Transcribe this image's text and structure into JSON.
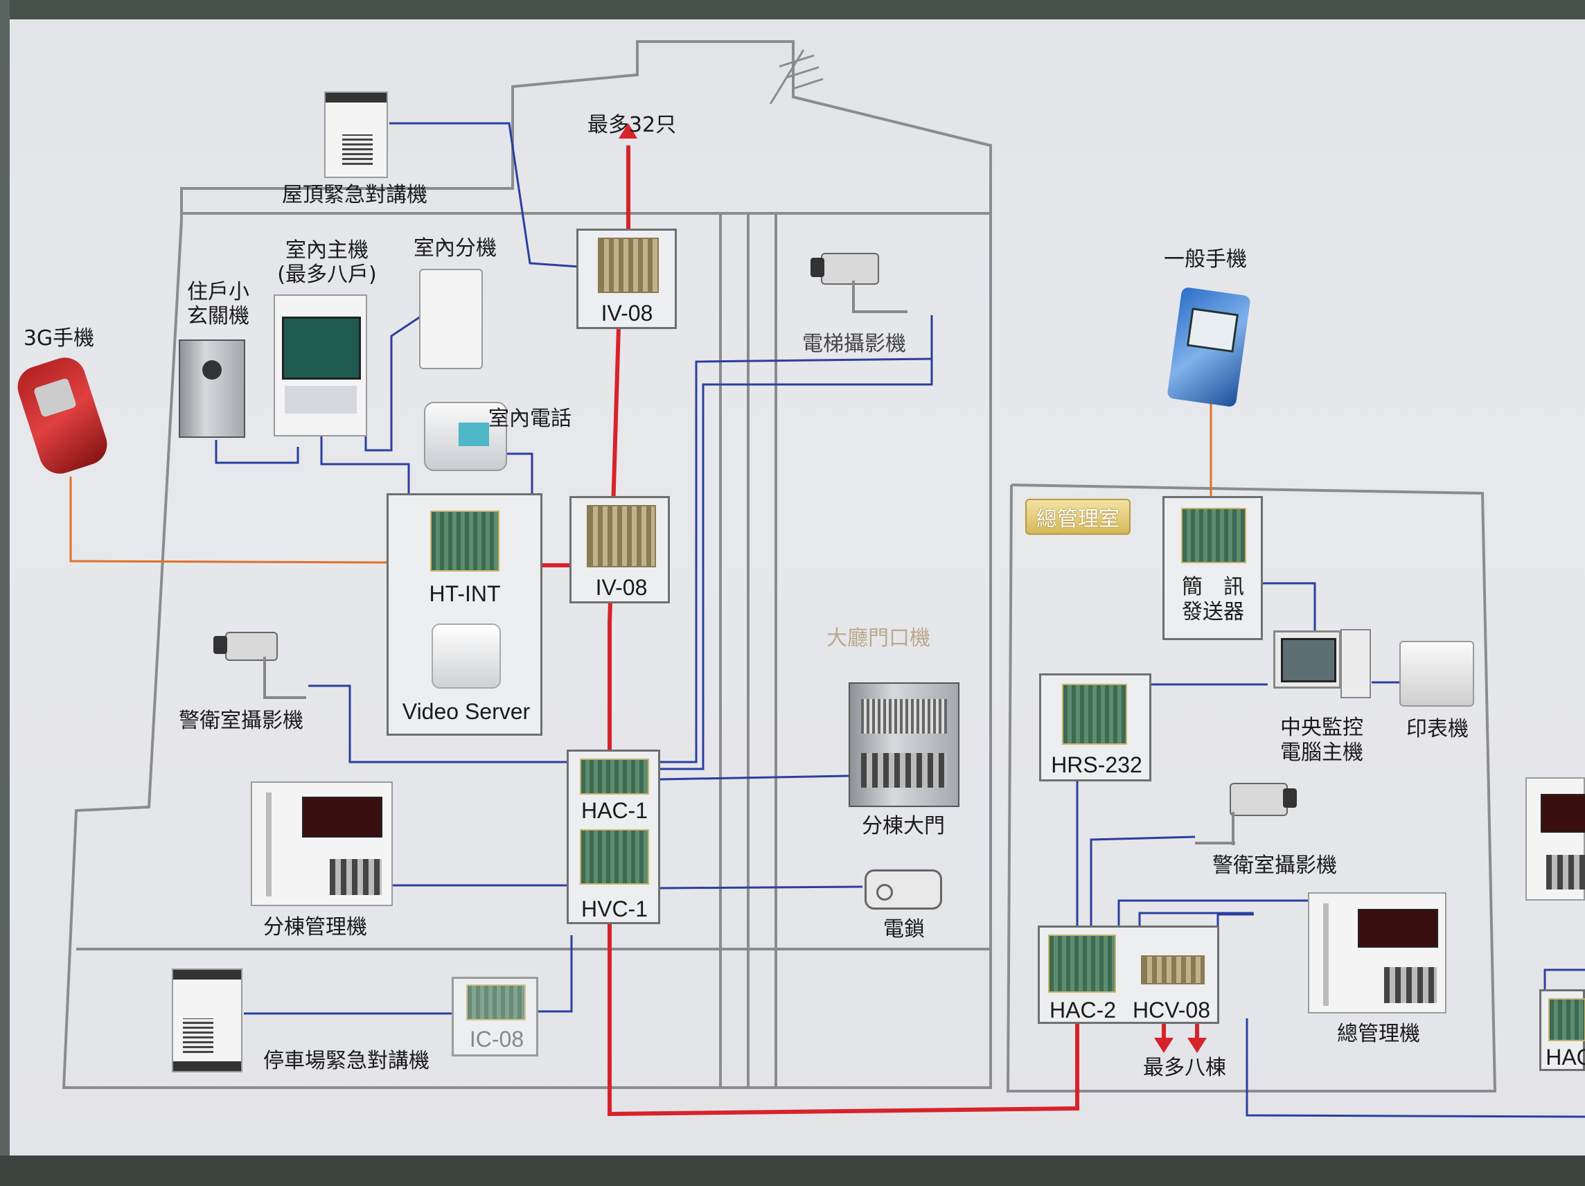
{
  "labels": {
    "max32": "最多32只",
    "roof_intercom": "屋頂緊急對講機",
    "indoor_master": "室內主機",
    "indoor_master_note": "(最多八戶)",
    "indoor_slave": "室內分機",
    "household_door": "住戶小",
    "household_door2": "玄關機",
    "g3_phone": "3G手機",
    "indoor_phone": "室內電話",
    "elevator_camera": "電梯攝影機",
    "general_phone": "一般手機",
    "mgmt_room": "總管理室",
    "sms_sender_1": "簡　訊",
    "sms_sender_2": "發送器",
    "guard_camera_left": "警衛室攝影機",
    "guard_camera_right": "警衛室攝影機",
    "central_pc_1": "中央監控",
    "central_pc_2": "電腦主機",
    "printer": "印表機",
    "building_gate": "分棟大門",
    "building_manager": "分棟管理機",
    "electric_lock": "電鎖",
    "parking_intercom": "停車場緊急對講機",
    "master_manager": "總管理機",
    "max8": "最多八棟",
    "door_station_faint": "大廳門口機"
  },
  "devices": {
    "iv08_top": "IV-08",
    "iv08_mid": "IV-08",
    "ht_int": "HT-INT",
    "video_server": "Video Server",
    "hac1": "HAC-1",
    "hvc1": "HVC-1",
    "ic08": "IC-08",
    "hrs232": "HRS-232",
    "hac2": "HAC-2",
    "hcv08": "HCV-08",
    "hac_edge": "HAC"
  },
  "colors": {
    "trunk": "#d8222a",
    "signal": "#2a3fa0",
    "mobile": "#e0702a",
    "outline": "#8a8c90"
  }
}
